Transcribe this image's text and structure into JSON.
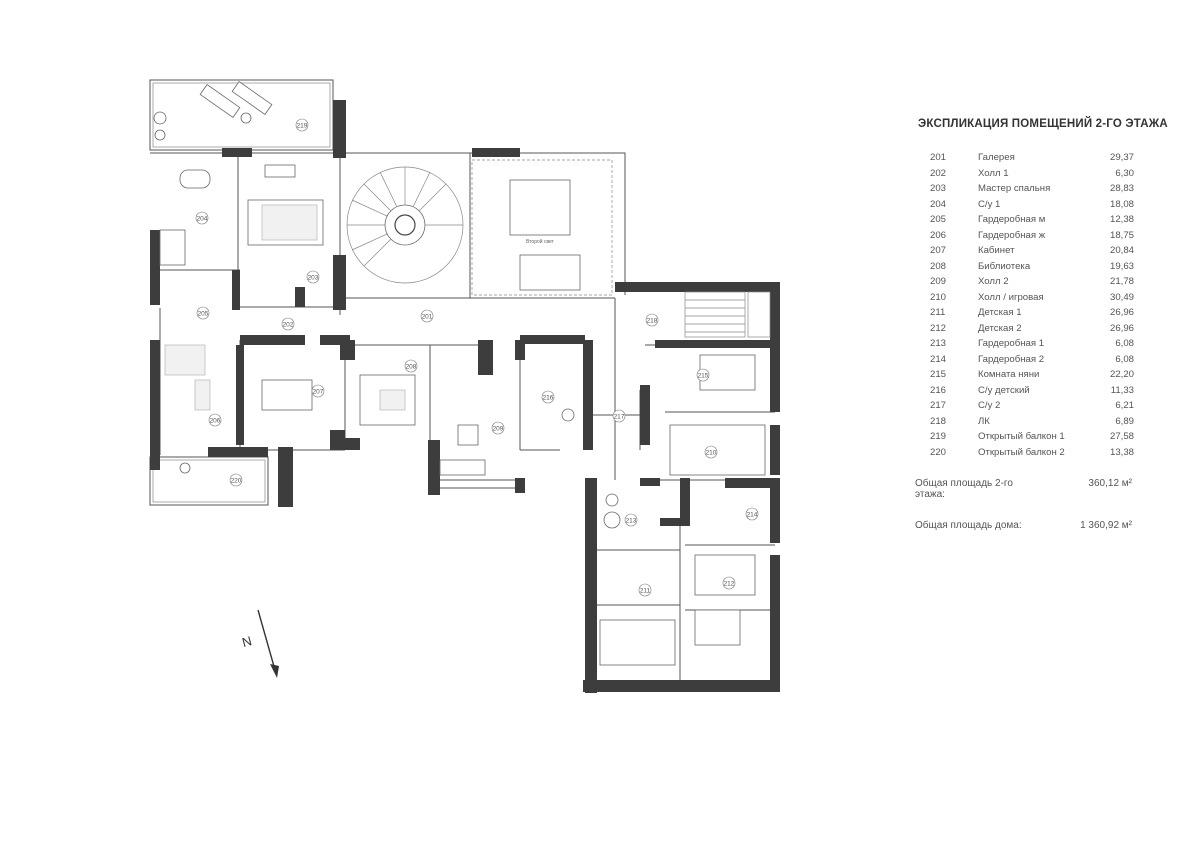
{
  "legend": {
    "title": "ЭКСПЛИКАЦИЯ ПОМЕЩЕНИЙ 2-ГО ЭТАЖА",
    "rooms": [
      {
        "num": "201",
        "name": "Галерея",
        "area": "29,37"
      },
      {
        "num": "202",
        "name": "Холл 1",
        "area": "6,30"
      },
      {
        "num": "203",
        "name": "Мастер спальня",
        "area": "28,83"
      },
      {
        "num": "204",
        "name": "С/у 1",
        "area": "18,08"
      },
      {
        "num": "205",
        "name": "Гардеробная м",
        "area": "12,38"
      },
      {
        "num": "206",
        "name": "Гардеробная ж",
        "area": "18,75"
      },
      {
        "num": "207",
        "name": "Кабинет",
        "area": "20,84"
      },
      {
        "num": "208",
        "name": "Библиотека",
        "area": "19,63"
      },
      {
        "num": "209",
        "name": "Холл 2",
        "area": "21,78"
      },
      {
        "num": "210",
        "name": "Холл / игровая",
        "area": "30,49"
      },
      {
        "num": "211",
        "name": "Детская 1",
        "area": "26,96"
      },
      {
        "num": "212",
        "name": "Детская 2",
        "area": "26,96"
      },
      {
        "num": "213",
        "name": "Гардеробная 1",
        "area": "6,08"
      },
      {
        "num": "214",
        "name": "Гардеробная 2",
        "area": "6,08"
      },
      {
        "num": "215",
        "name": "Комната няни",
        "area": "22,20"
      },
      {
        "num": "216",
        "name": "С/у детский",
        "area": "11,33"
      },
      {
        "num": "217",
        "name": "С/у 2",
        "area": "6,21"
      },
      {
        "num": "218",
        "name": "ЛК",
        "area": "6,89"
      },
      {
        "num": "219",
        "name": "Открытый балкон 1",
        "area": "27,58"
      },
      {
        "num": "220",
        "name": "Открытый балкон 2",
        "area": "13,38"
      }
    ],
    "total_floor_label": "Общая площадь 2-го этажа:",
    "total_floor_value": "360,12 м²",
    "total_house_label": "Общая площадь дома:",
    "total_house_value": "1 360,92 м²"
  },
  "plan": {
    "north_label": "N",
    "second_light_label": "Второй свет",
    "room_tags": [
      "201",
      "202",
      "203",
      "204",
      "205",
      "206",
      "207",
      "208",
      "209",
      "210",
      "211",
      "212",
      "213",
      "214",
      "215",
      "216",
      "217",
      "218",
      "219",
      "220"
    ]
  }
}
